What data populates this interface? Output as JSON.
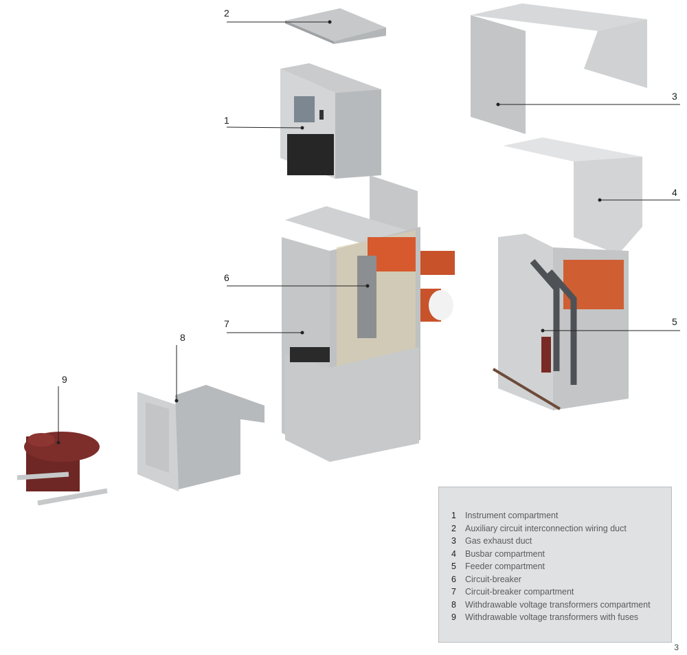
{
  "callouts": [
    "1",
    "2",
    "3",
    "4",
    "5",
    "6",
    "7",
    "8",
    "9"
  ],
  "legend": [
    {
      "num": "1",
      "label": "Instrument compartment"
    },
    {
      "num": "2",
      "label": "Auxiliary circuit interconnection wiring duct"
    },
    {
      "num": "3",
      "label": "Gas exhaust duct"
    },
    {
      "num": "4",
      "label": "Busbar compartment"
    },
    {
      "num": "5",
      "label": "Feeder compartment"
    },
    {
      "num": "6",
      "label": "Circuit-breaker"
    },
    {
      "num": "7",
      "label": "Circuit-breaker compartment"
    },
    {
      "num": "8",
      "label": "Withdrawable voltage transformers compartment"
    },
    {
      "num": "9",
      "label": "Withdrawable voltage transformers with fuses"
    }
  ],
  "page_number": "3",
  "colors": {
    "panel": "#c9cbcc",
    "panel_dark": "#a9acae",
    "accent": "#c8522a",
    "vt_red": "#7a2a26",
    "legend_bg": "#dfe1e2"
  }
}
